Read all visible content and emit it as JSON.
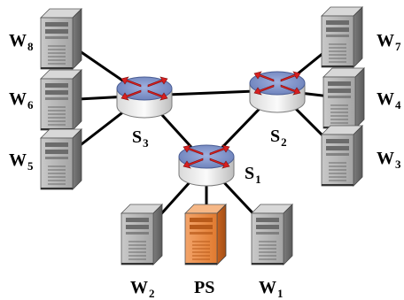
{
  "switches": [
    {
      "id": "S3",
      "letter": "S",
      "sub": "3"
    },
    {
      "id": "S2",
      "letter": "S",
      "sub": "2"
    },
    {
      "id": "S1",
      "letter": "S",
      "sub": "1"
    }
  ],
  "workers": [
    {
      "id": "W8",
      "letter": "W",
      "sub": "8"
    },
    {
      "id": "W6",
      "letter": "W",
      "sub": "6"
    },
    {
      "id": "W5",
      "letter": "W",
      "sub": "5"
    },
    {
      "id": "W7",
      "letter": "W",
      "sub": "7"
    },
    {
      "id": "W4",
      "letter": "W",
      "sub": "4"
    },
    {
      "id": "W3",
      "letter": "W",
      "sub": "3"
    },
    {
      "id": "W2",
      "letter": "W",
      "sub": "2"
    },
    {
      "id": "W1",
      "letter": "W",
      "sub": "1"
    }
  ],
  "parameter_server": {
    "id": "PS",
    "label": "PS"
  },
  "links": [
    [
      "S3",
      "S2"
    ],
    [
      "S3",
      "S1"
    ],
    [
      "S2",
      "S1"
    ],
    [
      "W8",
      "S3"
    ],
    [
      "W6",
      "S3"
    ],
    [
      "W5",
      "S3"
    ],
    [
      "W7",
      "S2"
    ],
    [
      "W4",
      "S2"
    ],
    [
      "W3",
      "S2"
    ],
    [
      "W2",
      "S1"
    ],
    [
      "PS",
      "S1"
    ],
    [
      "W1",
      "S1"
    ]
  ],
  "colors": {
    "server_body": "#9a9a9a",
    "parameter_server_body": "#e8823a",
    "router_top": "#7b8fc4",
    "router_arrows": "#d81f1f",
    "link": "#000000"
  },
  "icons": {
    "switch": "router-icon",
    "worker": "server-tower-icon",
    "parameter_server": "server-tower-icon"
  }
}
